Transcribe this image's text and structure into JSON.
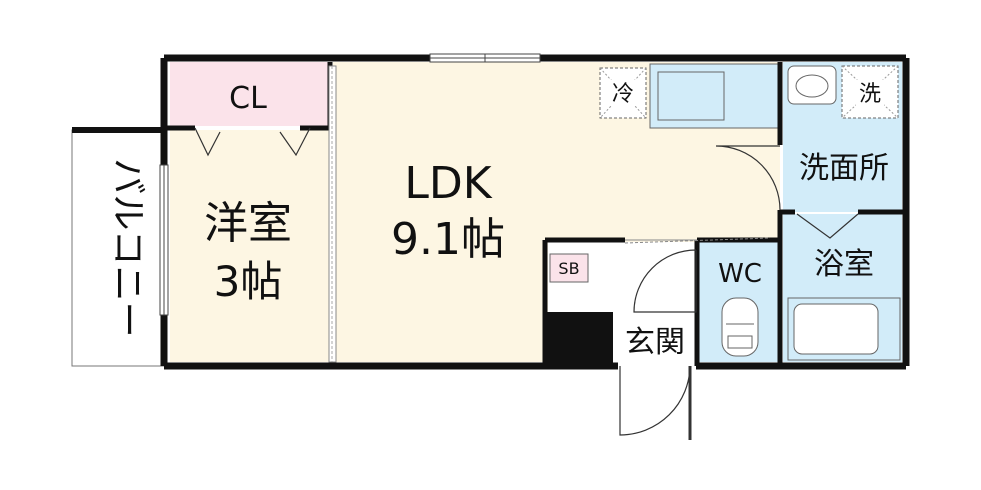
{
  "rooms": {
    "closet": "CL",
    "bedroom": {
      "name": "洋室",
      "size": "3帖"
    },
    "ldk": {
      "name": "LDK",
      "size": "9.1帖"
    },
    "balcony": "バルコニー",
    "shoe_box": "SB",
    "entrance": "玄関",
    "toilet": "WC",
    "washroom": "洗面所",
    "bathroom": "浴室"
  },
  "fixtures": {
    "fridge": "冷",
    "washer": "洗"
  },
  "colors": {
    "wall": "#111111",
    "living_floor": "#fdf6e3",
    "closet_floor": "#fbe3ea",
    "wet_area": "#d2ecf9",
    "entrance_floor": "#ffffff"
  }
}
